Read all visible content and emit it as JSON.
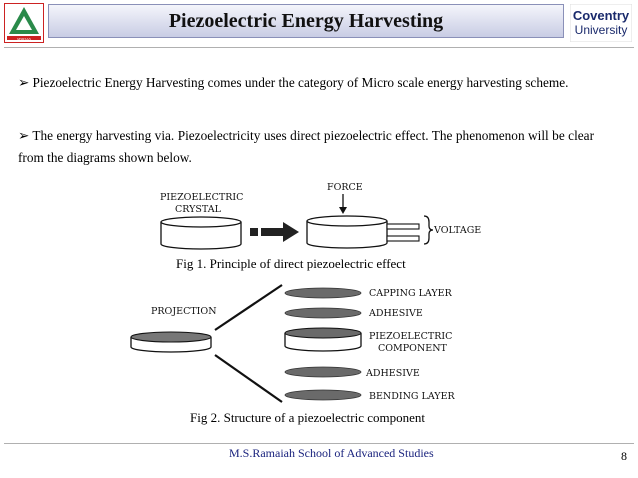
{
  "header": {
    "title": "Piezoelectric Energy Harvesting",
    "logo_left_text": "MSRSAS",
    "logo_right_line1": "Coventry",
    "logo_right_line2": "University"
  },
  "content": {
    "bullet1": "➢ Piezoelectric Energy Harvesting comes under the category of Micro scale energy harvesting scheme.",
    "bullet2": "➢  The energy harvesting via. Piezoelectricity uses direct piezoelectric effect. The phenomenon will be clear from the diagrams shown  below."
  },
  "figure1": {
    "crystal_label_1": "PIEZOELECTRIC",
    "crystal_label_2": "CRYSTAL",
    "force_label": "FORCE",
    "voltage_label": "VOLTAGE",
    "caption": "Fig 1. Principle of direct piezoelectric effect"
  },
  "figure2": {
    "projection_label": "PROJECTION",
    "layers": [
      "CAPPING LAYER",
      "ADHESIVE",
      "PIEZOELECTRIC",
      "COMPONENT",
      "ADHESIVE",
      "BENDING LAYER"
    ],
    "caption": "Fig 2. Structure of a piezoelectric component"
  },
  "footer": {
    "institution": "M.S.Ramaiah School of Advanced Studies",
    "page_number": "8"
  }
}
